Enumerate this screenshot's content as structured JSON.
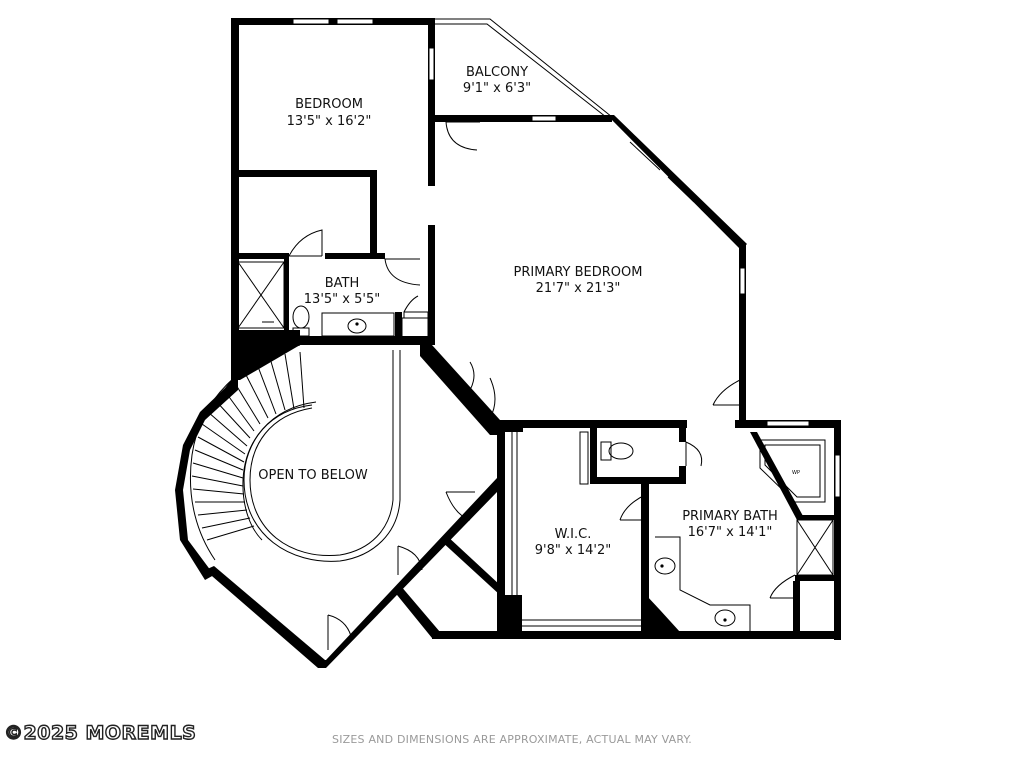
{
  "rooms": {
    "bedroom": {
      "name": "BEDROOM",
      "size": "13'5\" x 16'2\""
    },
    "balcony": {
      "name": "BALCONY",
      "size": "9'1\" x 6'3\""
    },
    "bath": {
      "name": "BATH",
      "size": "13'5\" x 5'5\""
    },
    "primary_bedroom": {
      "name": "PRIMARY BEDROOM",
      "size": "21'7\" x 21'3\""
    },
    "open_to_below": {
      "name": "OPEN TO BELOW"
    },
    "wic": {
      "name": "W.I.C.",
      "size": "9'8\" x 14'2\""
    },
    "primary_bath": {
      "name": "PRIMARY BATH",
      "size": "16'7\" x 14'1\""
    }
  },
  "fixtures": {
    "tub_label": "WP"
  },
  "watermark": "©2025 MOREMLS",
  "disclaimer": "SIZES AND DIMENSIONS ARE APPROXIMATE, ACTUAL MAY VARY."
}
